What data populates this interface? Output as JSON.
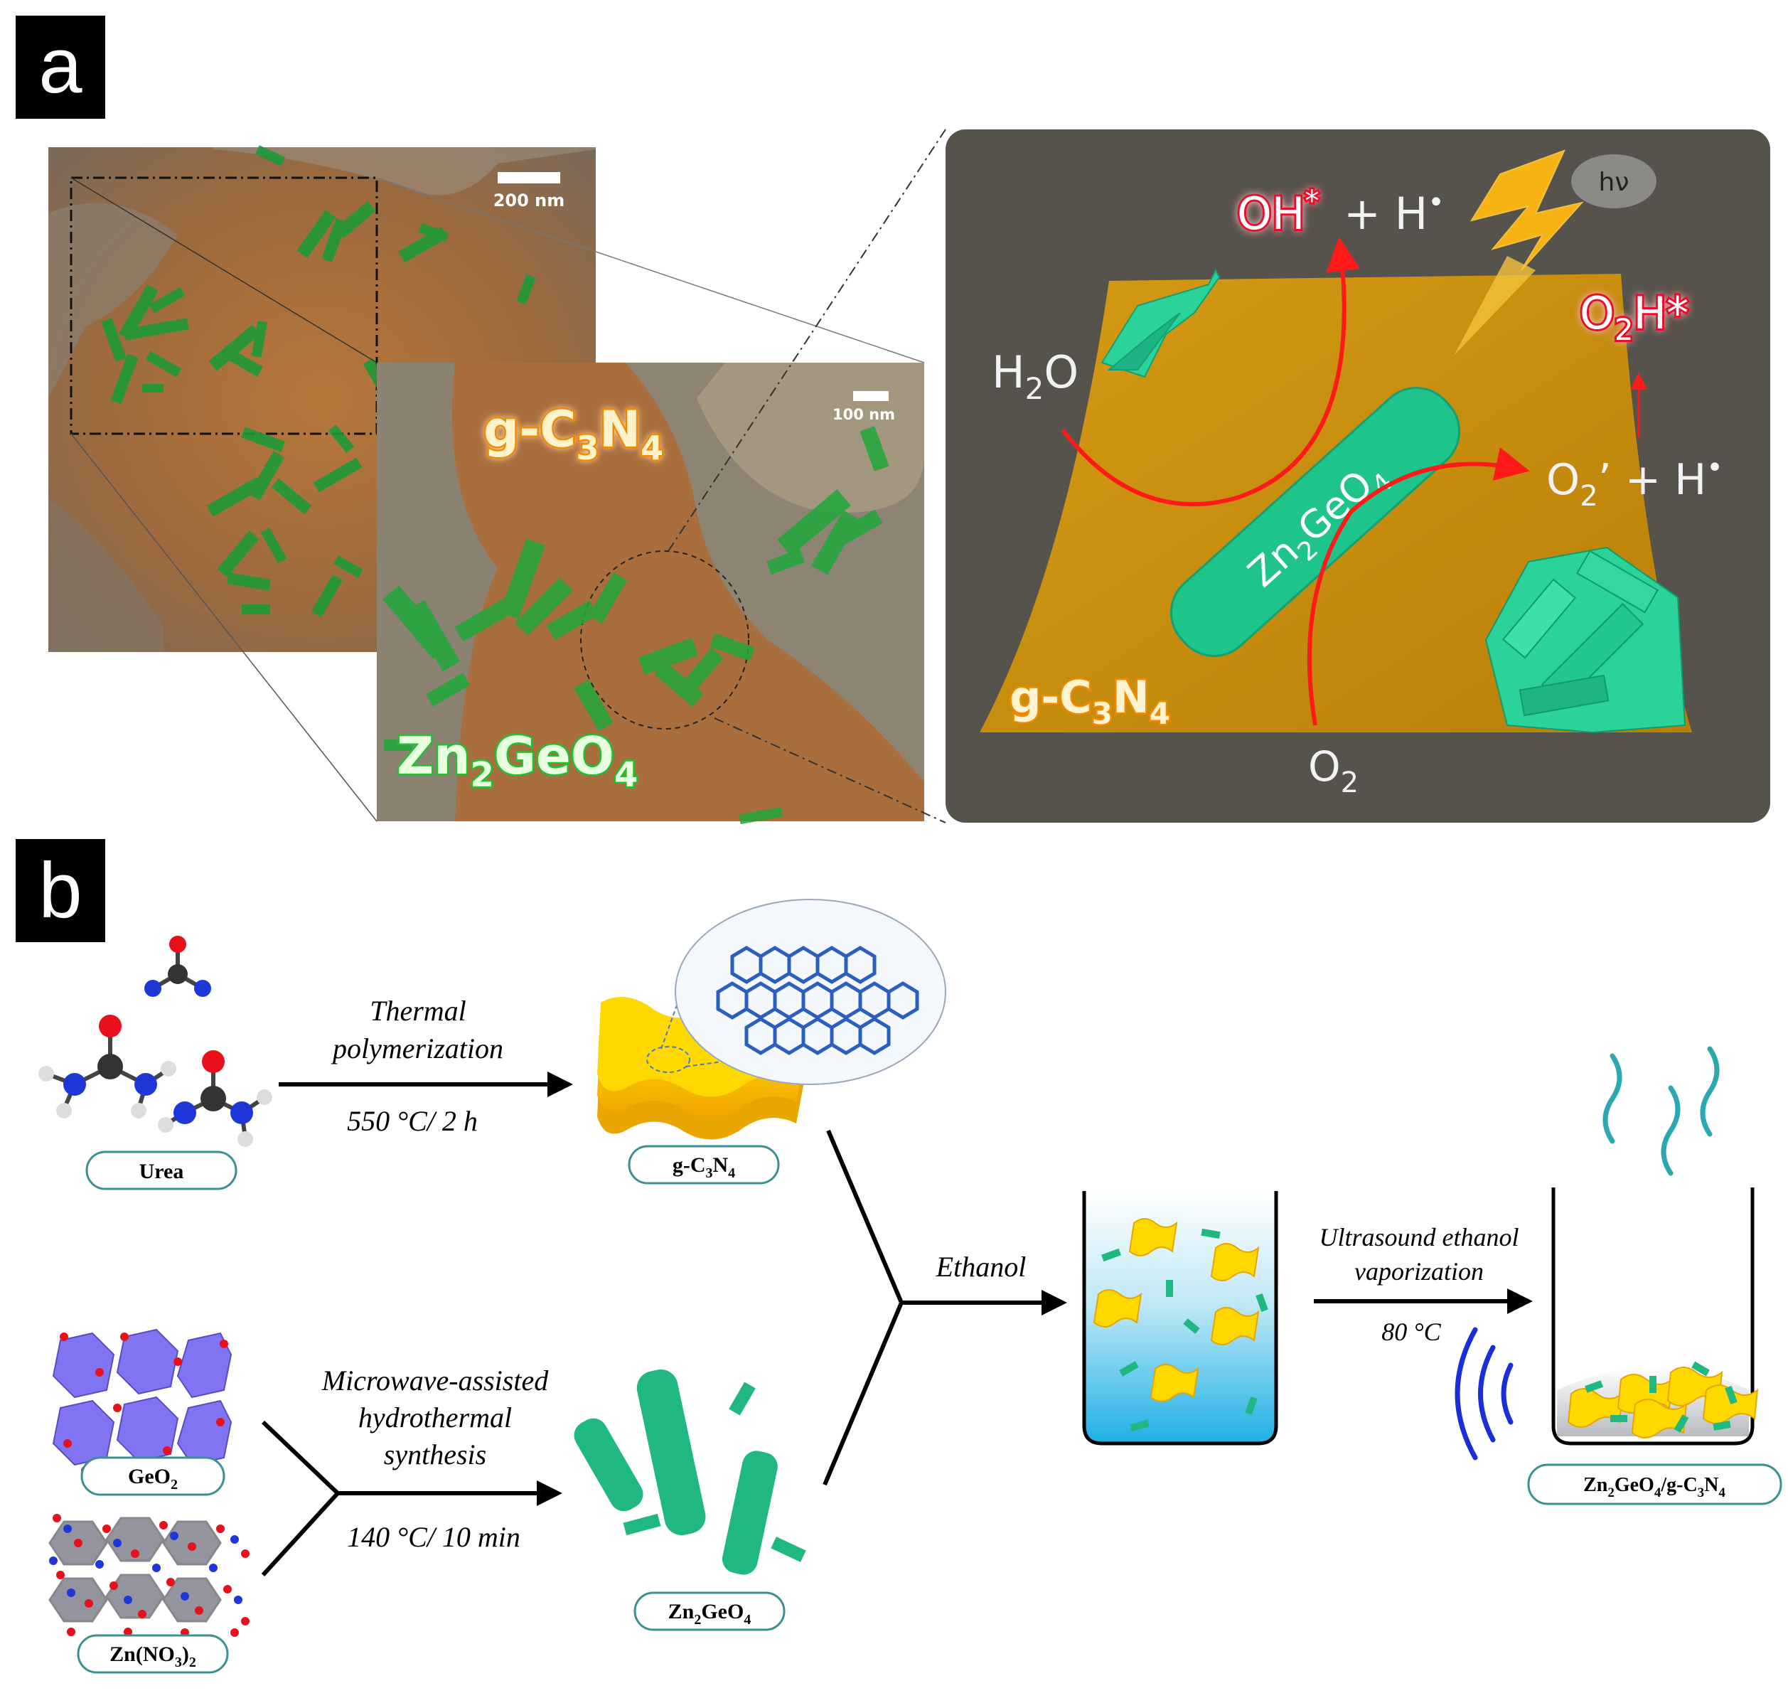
{
  "panel_a": {
    "label": "a",
    "scalebar_1": "200 nm",
    "scalebar_2": "100 nm",
    "inset_material_1": {
      "base": "g-C",
      "sub1": "3",
      "mid": "N",
      "sub2": "4"
    },
    "inset_material_2": {
      "base": "Zn",
      "sub1": "2",
      "mid": "GeO",
      "sub2": "4"
    },
    "scheme": {
      "photon": "hν",
      "product_oh": {
        "main": "OH",
        "sup": "*",
        "plus": " + H",
        "dot": "•"
      },
      "product_o2h": {
        "main": "O",
        "sub": "2",
        "tail": "H*"
      },
      "reactant_h2o": {
        "main": "H",
        "sub": "2",
        "tail": "O"
      },
      "radical_o2": {
        "main": "O",
        "sub": "2",
        "tail": "’ + H",
        "dot": "•"
      },
      "reactant_o2": {
        "main": "O",
        "sub": "2"
      },
      "rod_label": {
        "main": "Zn",
        "sub": "2",
        "tail": "GeO",
        "sub2": "4"
      },
      "sheet_label": {
        "main": "g-C",
        "sub": "3",
        "mid": "N",
        "sub2": "4"
      }
    }
  },
  "panel_b": {
    "label": "b",
    "step_thermal": {
      "line1": "Thermal",
      "line2": "polymerization",
      "condition": "550 °C/ 2 h"
    },
    "step_microwave": {
      "line1": "Microwave-assisted",
      "line2": "hydrothermal",
      "line3": "synthesis",
      "condition": "140 °C/ 10 min"
    },
    "step_ethanol": "Ethanol",
    "step_ultrasound": {
      "line1": "Ultrasound ethanol",
      "line2": "vaporization",
      "condition": "80 °C"
    },
    "labels": {
      "urea": "Urea",
      "gc3n4": {
        "main": "g-C",
        "sub": "3",
        "mid": "N",
        "sub2": "4"
      },
      "geo2": {
        "main": "GeO",
        "sub": "2"
      },
      "zn_nitrate": {
        "main": "Zn(NO",
        "sub": "3",
        "tail": ")",
        "sub2": "2"
      },
      "zn2geo4": {
        "main": "Zn",
        "sub": "2",
        "mid": "GeO",
        "sub2": "4"
      },
      "composite": {
        "main": "Zn",
        "sub": "2",
        "mid": "GeO",
        "sub2": "4",
        "mid2": "/g-C",
        "sub3": "3",
        "mid3": "N",
        "sub4": "4"
      }
    }
  },
  "colors": {
    "sheet_orange": "#c8900f",
    "crystal_green": "#1fb880",
    "scheme_bg": "#55534c",
    "radical_red": "#e8102a",
    "arrow_red": "#ff1a1a",
    "label_box_border": "#3e8f91",
    "water_blue": "#2db6e8",
    "steam_teal": "#2ba8b0"
  }
}
